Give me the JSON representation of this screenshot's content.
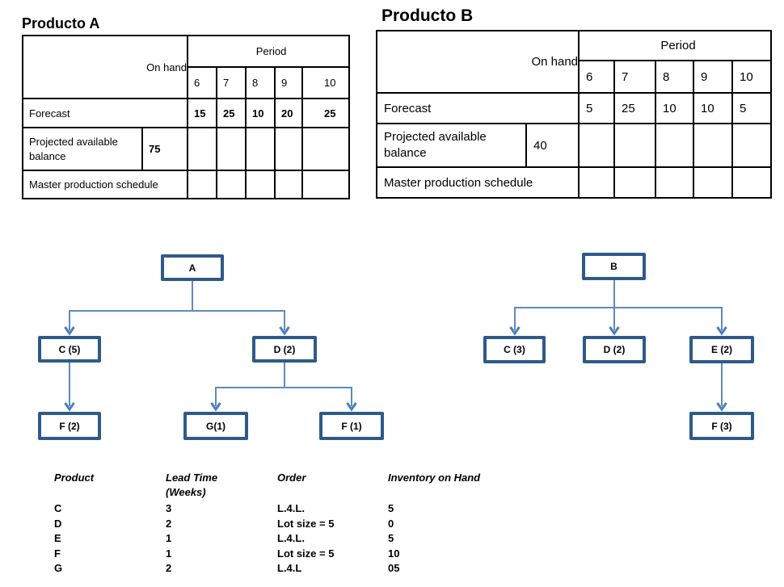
{
  "colors": {
    "table_border": "#000000",
    "bom_node_border": "#2e5a88",
    "connector_line": "#5f8ac0",
    "arrowhead": "#4a7ebc",
    "text": "#000000",
    "background": "#ffffff"
  },
  "mps_a": {
    "title": "Producto A",
    "period_header": "Period",
    "on_hand_label": "On hand",
    "periods": [
      "6",
      "7",
      "8",
      "9",
      "10"
    ],
    "forecast_label": "Forecast",
    "forecast_values": [
      "15",
      "25",
      "10",
      "20",
      "25"
    ],
    "pab_label": "Projected available balance",
    "pab_on_hand_value": "75",
    "mps_label": "Master production schedule"
  },
  "mps_b": {
    "title": "Producto B",
    "period_header": "Period",
    "on_hand_label": "On hand",
    "periods": [
      "6",
      "7",
      "8",
      "9",
      "10"
    ],
    "forecast_label": "Forecast",
    "forecast_values": [
      "5",
      "25",
      "10",
      "10",
      "5"
    ],
    "pab_label": "Projected available balance",
    "pab_on_hand_value": "40",
    "mps_label": "Master production schedule"
  },
  "bom_a": {
    "nodes": [
      {
        "label": "A",
        "parent": null
      },
      {
        "label": "C (5)",
        "parent": "A"
      },
      {
        "label": "D (2)",
        "parent": "A"
      },
      {
        "label": "F (2)",
        "parent": "C (5)"
      },
      {
        "label": "G(1)",
        "parent": "D (2)"
      },
      {
        "label": "F (1)",
        "parent": "D (2)"
      }
    ]
  },
  "bom_b": {
    "nodes": [
      {
        "label": "B",
        "parent": null
      },
      {
        "label": "C (3)",
        "parent": "B"
      },
      {
        "label": "D (2)",
        "parent": "B"
      },
      {
        "label": "E (2)",
        "parent": "B"
      },
      {
        "label": "F (3)",
        "parent": "E (2)"
      }
    ]
  },
  "item_table": {
    "headers": {
      "product": "Product",
      "lead_time": "Lead Time",
      "lead_time_unit": "(Weeks)",
      "order": "Order",
      "inventory": "Inventory on Hand"
    },
    "rows": [
      {
        "product": "C",
        "lead_time": "3",
        "order": "L.4.L.",
        "inventory": "5"
      },
      {
        "product": "D",
        "lead_time": "2",
        "order": "Lot size = 5",
        "inventory": "0"
      },
      {
        "product": "E",
        "lead_time": "1",
        "order": "L.4.L.",
        "inventory": "5"
      },
      {
        "product": "F",
        "lead_time": "1",
        "order": "Lot size = 5",
        "inventory": "10"
      },
      {
        "product": "G",
        "lead_time": "2",
        "order": "L.4.L",
        "inventory": "05"
      }
    ]
  }
}
